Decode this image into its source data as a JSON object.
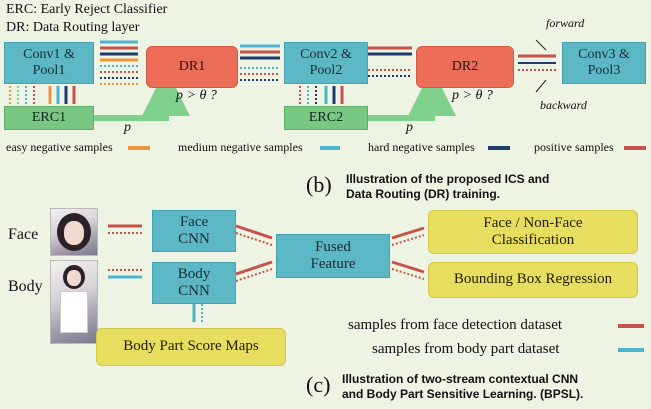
{
  "legend": {
    "erc": "ERC: Early Reject Classifier",
    "dr": "DR: Data Routing layer"
  },
  "top": {
    "conv1": "Conv1 &\nPool1",
    "erc1": "ERC1",
    "dr1": "DR1",
    "cond1": "p > θ ?",
    "p1": "p",
    "conv2": "Conv2 &\nPool2",
    "erc2": "ERC2",
    "dr2": "DR2",
    "cond2": "p > θ ?",
    "p2": "p",
    "conv3": "Conv3 &\nPool3",
    "forward": "forward",
    "backward": "backward",
    "samples": {
      "easy": "easy negative samples",
      "medium": "medium negative samples",
      "hard": "hard negative samples",
      "positive": "positive samples"
    },
    "panel_letter": "(b)",
    "caption": "Illustration of the proposed ICS and\nData Routing (DR) training."
  },
  "bottom": {
    "face_label": "Face",
    "body_label": "Body",
    "face_cnn": "Face\nCNN",
    "body_cnn": "Body\nCNN",
    "fused": "Fused\nFeature",
    "classification": "Face / Non-Face\nClassification",
    "bbox": "Bounding Box Regression",
    "score_maps": "Body Part Score Maps",
    "legend_face": "samples from face detection dataset",
    "legend_body": "samples from body  part dataset",
    "panel_letter": "(c)",
    "caption": "Illustration of two-stream contextual CNN\nand Body Part Sensitive Learning. (BPSL)."
  },
  "colors": {
    "face_samples": "#c8524a",
    "body_samples": "#4db4cf",
    "easy": "#f0963a",
    "medium": "#4db4cf",
    "hard": "#1f3b6a",
    "positive": "#c8524a",
    "green_arrow": "#7fd08a"
  }
}
